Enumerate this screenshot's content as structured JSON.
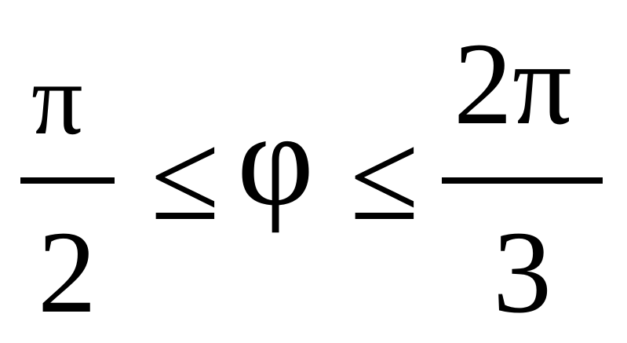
{
  "equation": {
    "left_fraction": {
      "numerator": "π",
      "denominator": "2"
    },
    "relation_1": "≤",
    "variable": "φ",
    "relation_2": "≤",
    "right_fraction": {
      "numerator": "2π",
      "denominator": "3"
    },
    "color": "#000000",
    "background": "#ffffff"
  }
}
